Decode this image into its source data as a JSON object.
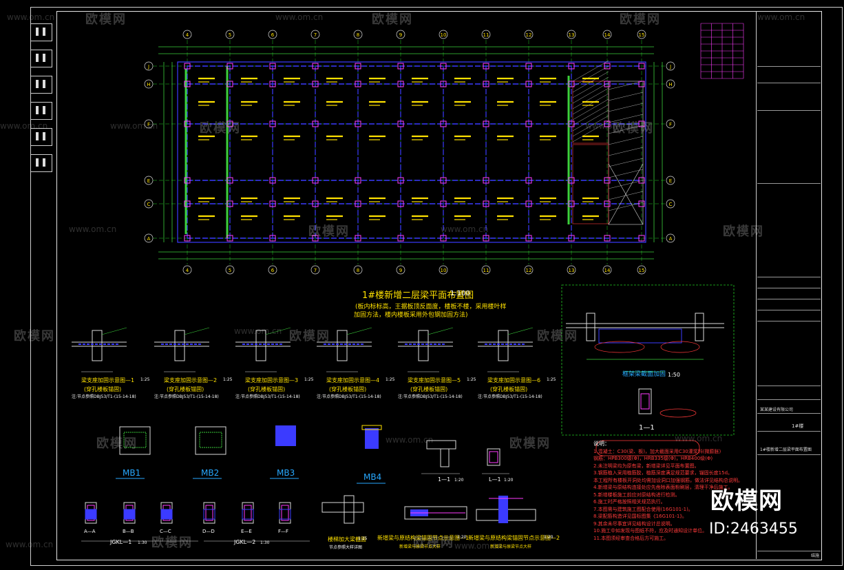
{
  "watermarks": {
    "brand": "欧模网",
    "url": "www.om.cn",
    "id": "ID:2463455"
  },
  "plan": {
    "title": "1#楼新增二层梁平面布置图",
    "scale": "1:100",
    "note_line1": "(板内标标高，王据板顶反面度，楼板不楼，采用楼叶样",
    "note_line2": "加固方法，楼内楼板采用外包钢加固方法)",
    "axis_top": [
      "4",
      "5",
      "6",
      "7",
      "8",
      "9",
      "10",
      "11",
      "12",
      "13",
      "14",
      "15"
    ],
    "axis_left": [
      "J",
      "H",
      "F",
      "E",
      "C",
      "A"
    ],
    "axis_right": [
      "J",
      "H",
      "F",
      "E",
      "C",
      "A"
    ]
  },
  "details_row1": [
    {
      "title": "梁支座加固示意图—1",
      "scale": "1:25",
      "sub": "(穿孔楼板锚固)",
      "ref": "注:节点参照DBJ53/T1-(15-14-18)"
    },
    {
      "title": "梁支座加固示意图—2",
      "scale": "1:25",
      "sub": "(穿孔楼板锚固)",
      "ref": "注:节点参照DBJ53/T1-(15-14-18)"
    },
    {
      "title": "梁支座加固示意图—3",
      "scale": "1:25",
      "sub": "(穿孔楼板锚固)",
      "ref": "注:节点参照DBJ53/T1-(15-14-18)"
    },
    {
      "title": "梁支座加固示意图—4",
      "scale": "1:25",
      "sub": "(穿孔楼板锚固)",
      "ref": "注:节点参照DBJ53/T1-(15-14-18)"
    },
    {
      "title": "梁支座加固示意图—5",
      "scale": "1:25",
      "sub": "(穿孔楼板锚固)",
      "ref": "注:节点参照DBJ53/T1-(15-14-18)"
    },
    {
      "title": "梁支座加固示意图—6",
      "scale": "1:25",
      "sub": "(穿孔楼板锚固)",
      "ref": "注:节点参照DBJ53/T1-(15-14-18)"
    }
  ],
  "mb_labels": [
    "MB1",
    "MB2",
    "MB3",
    "MB4"
  ],
  "sections": {
    "l1": "1—1",
    "l1_scale": "1:20",
    "L1": "L—1",
    "L1_scale": "1:20",
    "kzl_title": "框架梁截面加固",
    "kzl_scale": "1:50",
    "kzl_sec": "1—1",
    "jgkl1": "JGKL—1",
    "jgkl1_scale": "1:30",
    "jgkl2": "JGKL—2",
    "jgkl2_scale": "1:30",
    "cut_labels": [
      "A—A",
      "B—B",
      "C—C",
      "D—D",
      "E—E",
      "F—F"
    ],
    "beam_detail": "楼梯加大梁截面",
    "beam_detail_scale": "1:25",
    "beam_detail_sub": "节点参照大样详图",
    "anchor1": "新增梁与原结构梁锚固节点示意图—1",
    "anchor1_scale": "1:20",
    "anchor1_sub": "新增梁与原梁节点大样",
    "anchor2": "新增梁与原结构梁锚固节点示意图—2",
    "anchor2_scale": "1:20",
    "anchor2_sub": "新增梁与原梁节点大样"
  },
  "notes": {
    "heading": "说明：",
    "lines": [
      "1.混凝土：C30(梁、板)，加大截面采用C30灌浆料(微膨胀)",
      "   钢筋：HPB300级(Φ)，HRB335级(Φ)，HRB400级(Φ)",
      "2.未注明梁均为原有梁，新增梁详见平面布置图。",
      "3.钢筋植入采用植筋胶，植筋深度满足规范要求，锚固长度15d。",
      "   本工程所有楼板开洞处均需加设洞口加强钢筋，做法详见结构总说明。",
      "4.新增梁与原结构连接处应先凿除表面粉刷层，清理干净后施工。",
      "5.新增楼板施工前应对原结构进行检测。",
      "6.施工时严格按照相关规范执行。",
      "7.本图需与建筑施工图配合使用(16G101-1)。",
      "8.梁配筋构造详见国标图集《16G101-1》。",
      "9.其余未尽事宜详见结构设计总说明。",
      "10.施工中如发现与图纸不符，应及时通知设计单位。",
      "11.本图须经审查合格后方可施工。"
    ]
  },
  "title_block": {
    "row1": "某某建设有限公司",
    "row2": "1#楼",
    "row3": "1#楼新增二层梁平面布置图",
    "sheet": "结施"
  },
  "colors": {
    "background": "#000000",
    "axis_green": "#22cc22",
    "beam_blue": "#3b3bff",
    "text_yellow": "#ffe100",
    "dim_green": "#3cd13c",
    "red": "#ff3a3a",
    "magenta": "#ff3cff",
    "cyan": "#27a8ff"
  }
}
